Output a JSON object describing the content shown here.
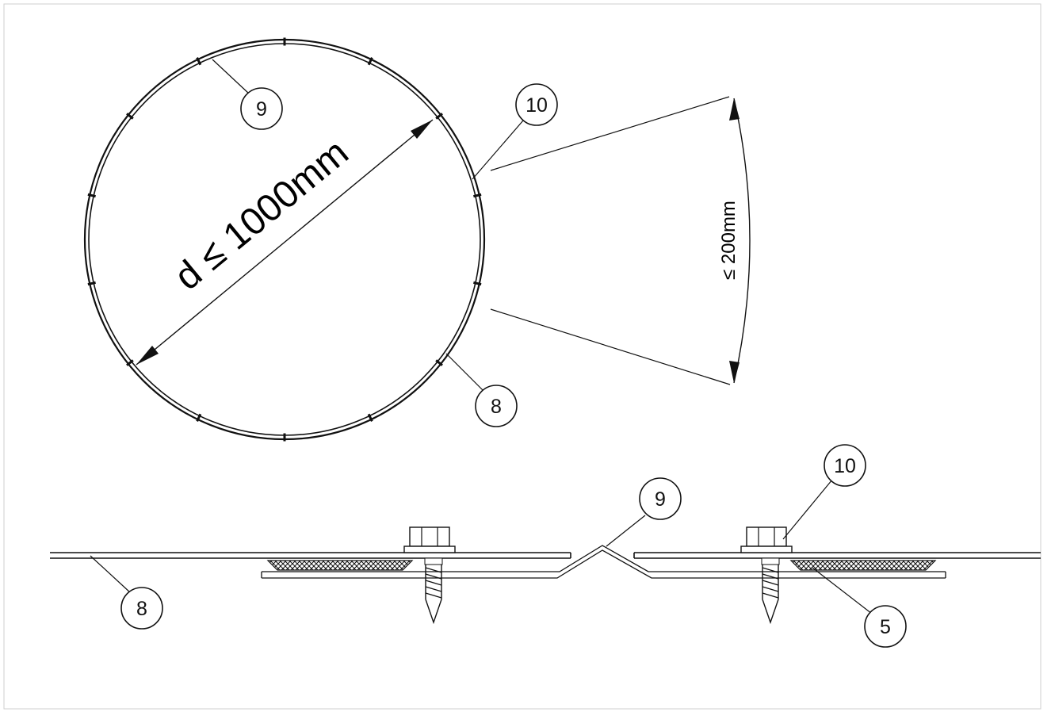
{
  "diameter_dimension": {
    "label": "d ≤ 1000mm"
  },
  "spacing_dimension": {
    "label": "≤ 200mm"
  },
  "callouts": {
    "ring_9": "9",
    "ring_10": "10",
    "ring_8": "8",
    "section_10": "10",
    "section_9": "9",
    "section_8": "8",
    "section_5": "5"
  }
}
